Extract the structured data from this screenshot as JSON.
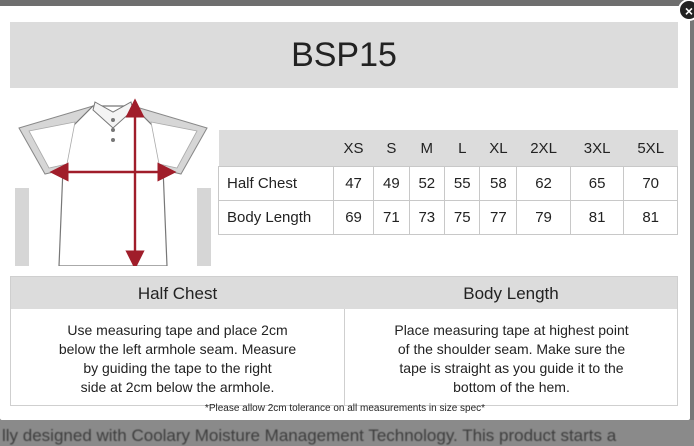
{
  "background": {
    "ghost_text": "lly designed with Coolary Moisture Management Technology. This product starts a"
  },
  "modal": {
    "close_symbol": "×",
    "title": "BSP15"
  },
  "size_chart": {
    "sizes": [
      "XS",
      "S",
      "M",
      "L",
      "XL",
      "2XL",
      "3XL",
      "5XL"
    ],
    "rows": [
      {
        "label": "Half Chest",
        "values": [
          "47",
          "49",
          "52",
          "55",
          "58",
          "62",
          "65",
          "70"
        ]
      },
      {
        "label": "Body Length",
        "values": [
          "69",
          "71",
          "73",
          "75",
          "77",
          "79",
          "81",
          "81"
        ]
      }
    ]
  },
  "how_to_measure": {
    "half_chest": {
      "heading": "Half Chest",
      "lines": [
        "Use measuring tape and place 2cm",
        "below the left armhole seam. Measure",
        "by guiding the tape to the right",
        "side at 2cm below the armhole."
      ]
    },
    "body_length": {
      "heading": "Body Length",
      "lines": [
        "Place measuring tape at highest point",
        "of the shoulder seam. Make sure the",
        "tape is straight as you guide it to the",
        "bottom of the hem."
      ]
    }
  },
  "footnote": "*Please allow 2cm tolerance on all measurements in size spec*",
  "colors": {
    "header_bg": "#dcdcdc",
    "arrow": "#a01d2a",
    "close_button": "#222222"
  }
}
